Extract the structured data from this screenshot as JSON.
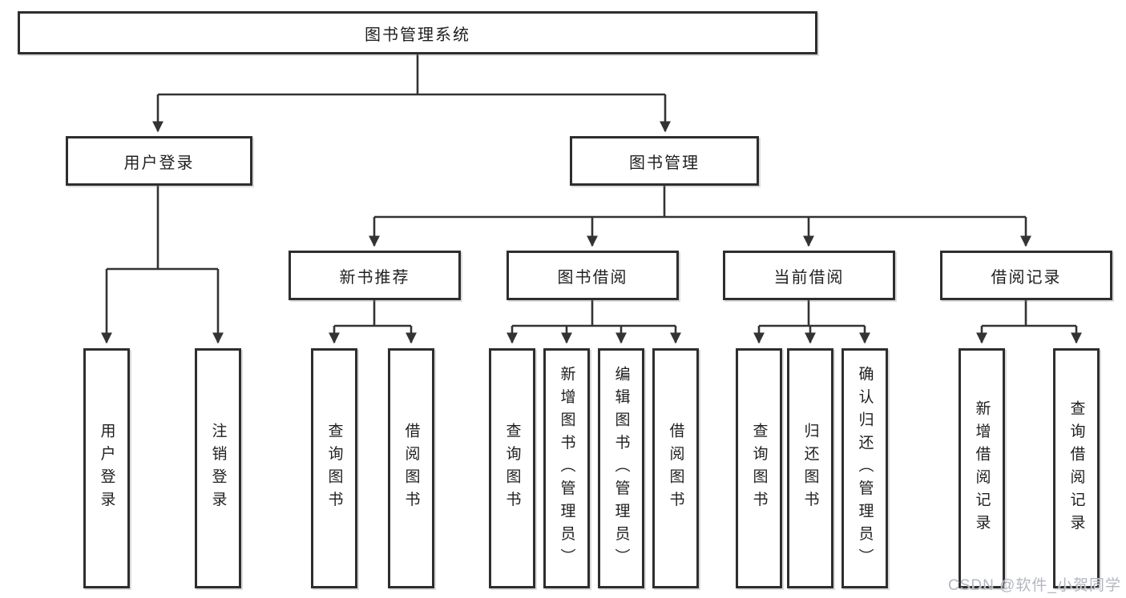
{
  "diagram": {
    "root": {
      "label": "图书管理系统"
    },
    "level2": [
      {
        "label": "用户登录"
      },
      {
        "label": "图书管理"
      }
    ],
    "level3": [
      {
        "label": "新书推荐"
      },
      {
        "label": "图书借阅"
      },
      {
        "label": "当前借阅"
      },
      {
        "label": "借阅记录"
      }
    ],
    "level4": [
      {
        "label": "用户登录"
      },
      {
        "label": "注销登录"
      },
      {
        "label": "查询图书"
      },
      {
        "label": "借阅图书"
      },
      {
        "label": "查询图书"
      },
      {
        "label": "新增图书（管理员）"
      },
      {
        "label": "编辑图书（管理员）"
      },
      {
        "label": "借阅图书"
      },
      {
        "label": "查询图书"
      },
      {
        "label": "归还图书"
      },
      {
        "label": "确认归还（管理员）"
      },
      {
        "label": "新增借阅记录"
      },
      {
        "label": "查询借阅记录"
      }
    ],
    "watermark": "CSDN @软件_小贺同学",
    "colors": {
      "line": "#333333",
      "border": "#2e2e2e",
      "text": "#1f1f1f",
      "watermark": "#b3b7bf",
      "background": "#ffffff"
    }
  }
}
